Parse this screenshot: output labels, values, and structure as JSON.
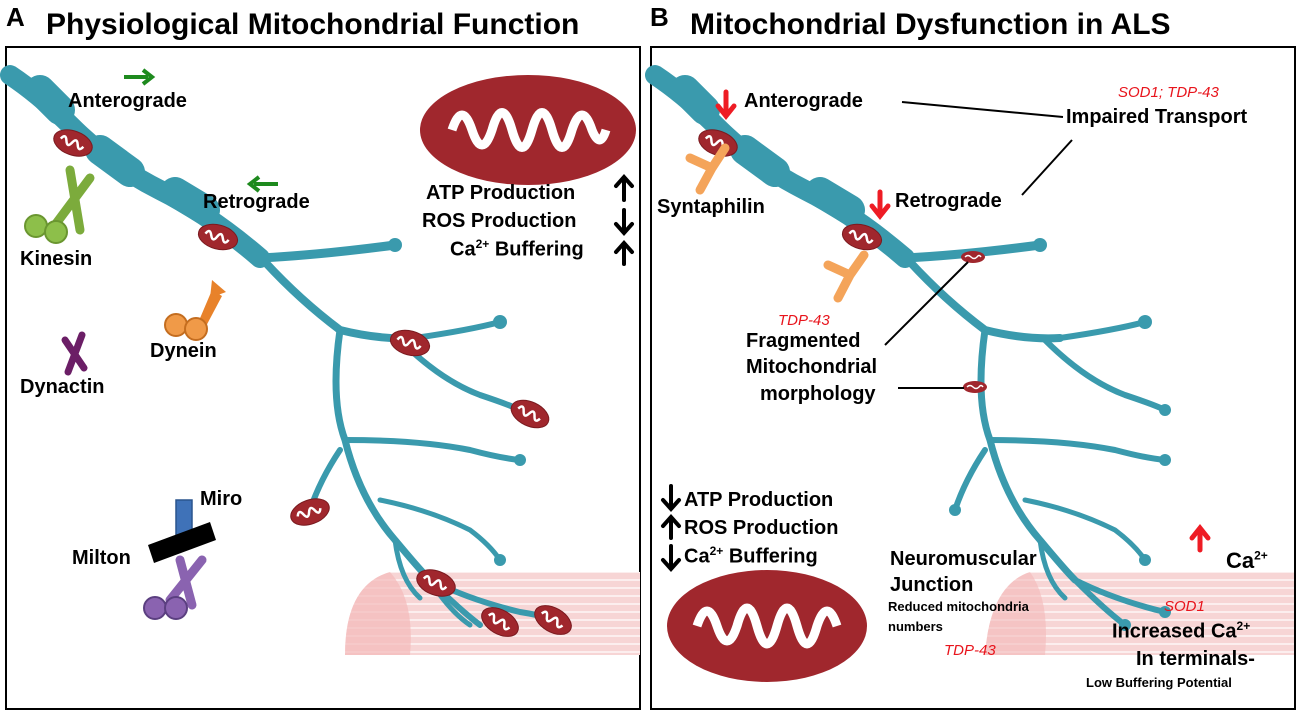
{
  "panel_a": {
    "letter": "A",
    "title": "Physiological Mitochondrial Function",
    "labels": {
      "anterograde": "Anterograde",
      "retrograde": "Retrograde",
      "kinesin": "Kinesin",
      "dynein": "Dynein",
      "dynactin": "Dynactin",
      "miro": "Miro",
      "milton": "Milton",
      "atp": "ATP Production",
      "ros": "ROS Production",
      "ca_prefix": "Ca",
      "ca_sup": "2+",
      "buffering": " Buffering"
    }
  },
  "panel_b": {
    "letter": "B",
    "title": "Mitochondrial Dysfunction in ALS",
    "labels": {
      "anterograde": "Anterograde",
      "retrograde": "Retrograde",
      "syntaphilin": "Syntaphilin",
      "sod1_tdp43": "SOD1; TDP-43",
      "impaired_transport": "Impaired Transport",
      "tdp43_a": "TDP-43",
      "fragmented_1": "Fragmented",
      "fragmented_2": "Mitochondrial",
      "fragmented_3": "morphology",
      "atp": "ATP Production",
      "ros": "ROS Production",
      "ca_prefix": "Ca",
      "ca_sup": "2+",
      "buffering": " Buffering",
      "nmj_1": "Neuromuscular",
      "nmj_2": "Junction",
      "reduced_1": "Reduced mitochondria",
      "reduced_2": "numbers",
      "tdp43_b": "TDP-43",
      "ca_big": "Ca",
      "sod1": "SOD1",
      "increased_1": "Increased Ca",
      "increased_2": "In terminals-",
      "low_buffering": "Low Buffering Potential"
    }
  },
  "colors": {
    "axon": "#3a9aad",
    "mito": "#a0272d",
    "green_arrow": "#1e8a1e",
    "red_arrow": "#ee1c24",
    "kinesin": "#7cab3c",
    "dynein": "#e8822a",
    "dynactin": "#6b1e66",
    "miro": "#3f72b8",
    "milton": "#000000",
    "purple_motor": "#8a63b0",
    "syntaphilin": "#f4a45a",
    "muscle": "#f5c9c9"
  }
}
